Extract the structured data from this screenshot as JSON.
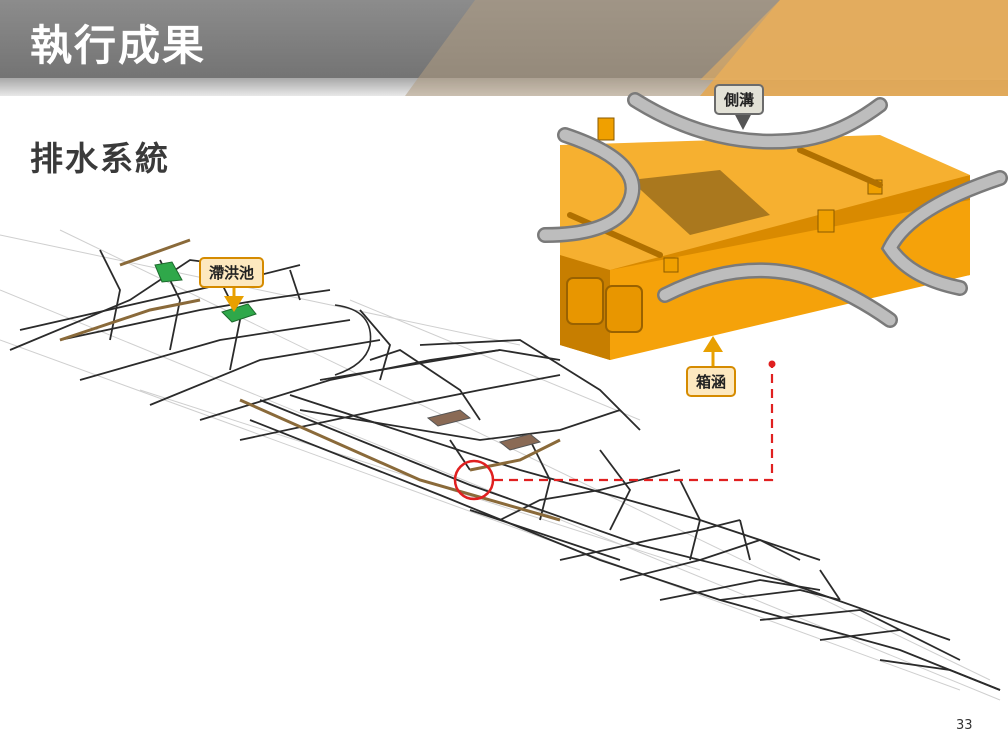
{
  "slide": {
    "title": "執行成果",
    "subtitle": "排水系統",
    "page_number": "33"
  },
  "labels": {
    "side_gutter": "側溝",
    "box_culvert": "箱涵",
    "detention_pond": "滯洪池"
  },
  "colors": {
    "header_gray": "#7a7a7a",
    "header_accent": "#e3a752",
    "culvert_orange": "#f5a20a",
    "gutter_gray": "#a9a9a9",
    "highlight_red": "#e02020",
    "pond_green": "#2fa84a"
  }
}
